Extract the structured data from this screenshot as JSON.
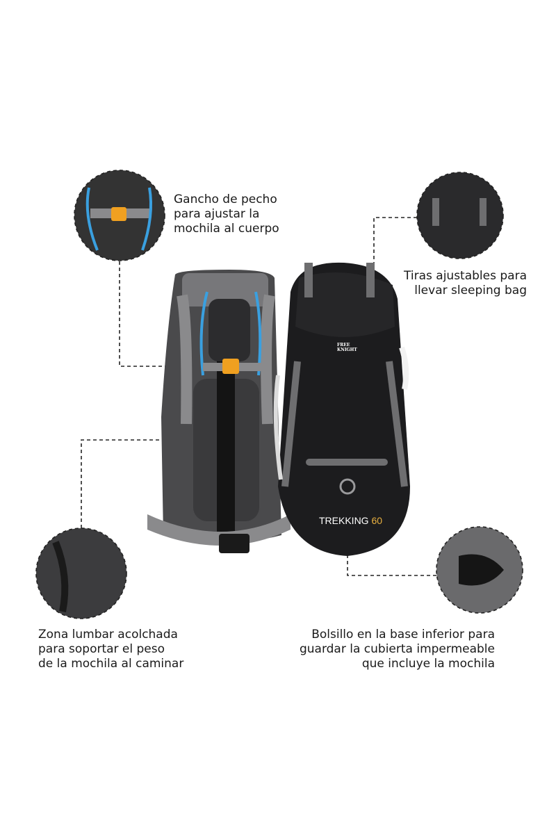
{
  "features": [
    {
      "id": "chest",
      "caption": "Gancho de pecho\npara ajustar la\nmochila al cuerpo"
    },
    {
      "id": "straps",
      "caption": "Tiras ajustables para\nllevar sleeping bag"
    },
    {
      "id": "lumbar",
      "caption": "Zona lumbar acolchada\npara soportar el peso\nde la mochila al caminar"
    },
    {
      "id": "pocket",
      "caption": "Bolsillo en la base inferior para\nguardar la cubierta impermeable\nque incluye la mochila"
    }
  ],
  "product": {
    "brand_logo": "FREE KNIGHT",
    "model_label": "TREKKING",
    "model_number": "60"
  },
  "colors": {
    "bag": "#1c1c1e",
    "strap": "#6e6e70",
    "back_panel": "#4a4a4c",
    "accent_buckle": "#f0a020",
    "accent_blue": "#3aa0e0",
    "model_number": "#e8b040"
  }
}
